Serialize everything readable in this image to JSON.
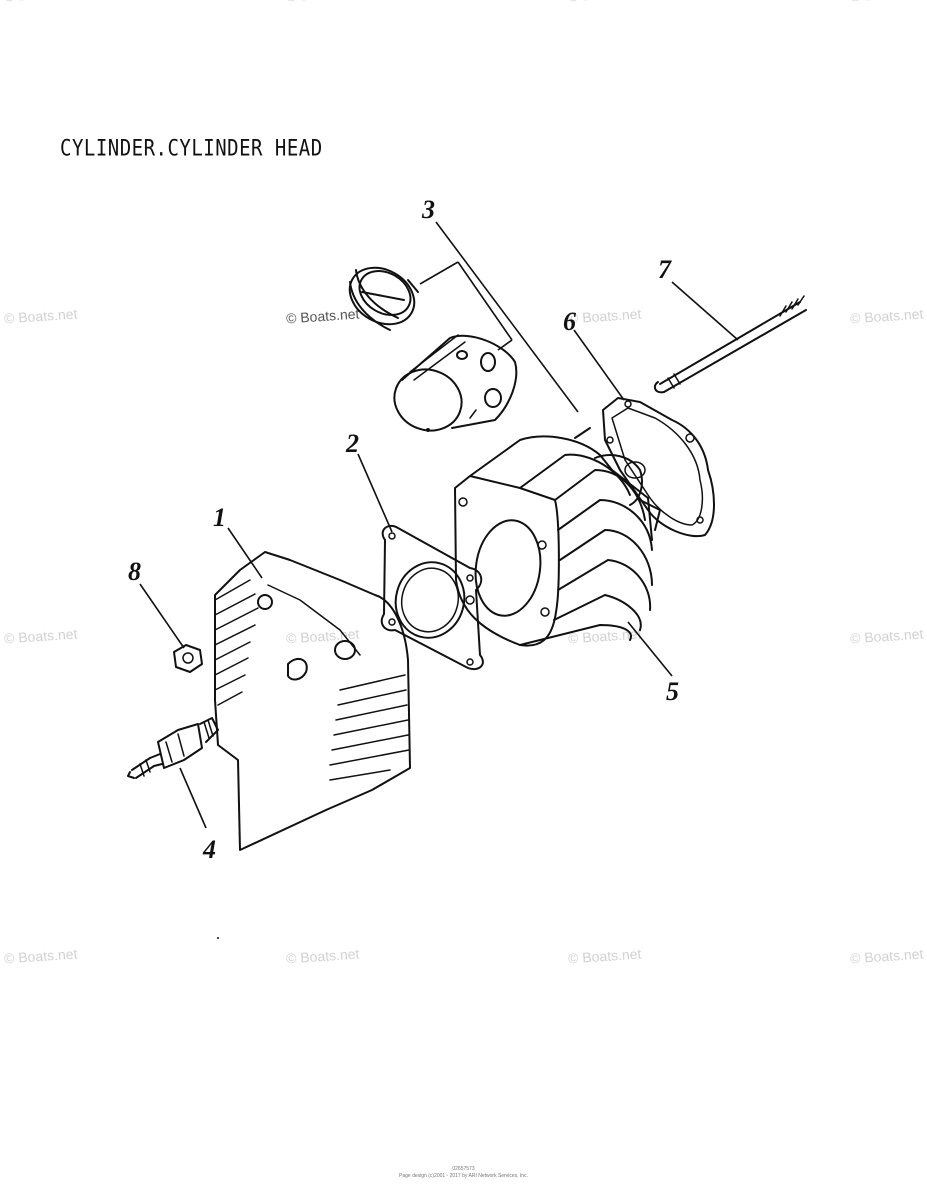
{
  "title": "CYLINDER.CYLINDER HEAD",
  "watermark": "© Boats.net",
  "callouts": [
    "1",
    "2",
    "3",
    "4",
    "5",
    "6",
    "7",
    "8"
  ],
  "footer": {
    "line1": "02657573",
    "line2": "Page design (c)2001 - 2017 by ARI Network Services, Inc."
  }
}
